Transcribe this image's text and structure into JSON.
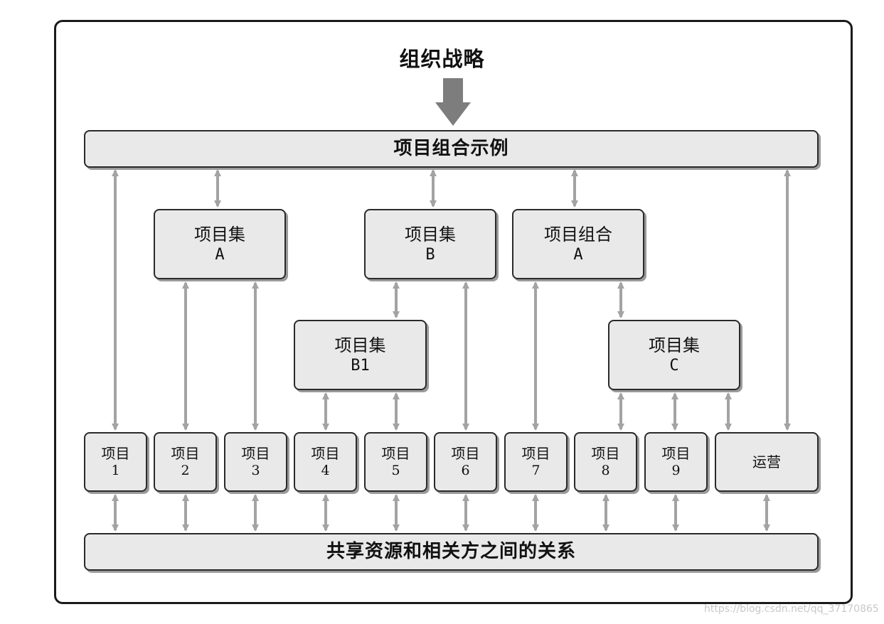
{
  "strategy_title": "组织战略",
  "portfolio_bar": "项目组合示例",
  "shared_bar": "共享资源和相关方之间的关系",
  "mid_boxes": {
    "program_a": {
      "line1": "项目集",
      "line2": "A"
    },
    "program_b": {
      "line1": "项目集",
      "line2": "B"
    },
    "portfolio_a": {
      "line1": "项目组合",
      "line2": "A"
    },
    "program_b1": {
      "line1": "项目集",
      "line2": "B1"
    },
    "program_c": {
      "line1": "项目集",
      "line2": "C"
    }
  },
  "leaves": [
    {
      "line1": "项目",
      "line2": "1"
    },
    {
      "line1": "项目",
      "line2": "2"
    },
    {
      "line1": "项目",
      "line2": "3"
    },
    {
      "line1": "项目",
      "line2": "4"
    },
    {
      "line1": "项目",
      "line2": "5"
    },
    {
      "line1": "项目",
      "line2": "6"
    },
    {
      "line1": "项目",
      "line2": "7"
    },
    {
      "line1": "项目",
      "line2": "8"
    },
    {
      "line1": "项目",
      "line2": "9"
    },
    {
      "line1": "运营",
      "line2": ""
    }
  ],
  "watermark": "https://blog.csdn.net/qq_37170865",
  "colors": {
    "arrow": "#a3a3a3",
    "box_fill": "#e9e9e9",
    "border": "#2a2a2a"
  }
}
